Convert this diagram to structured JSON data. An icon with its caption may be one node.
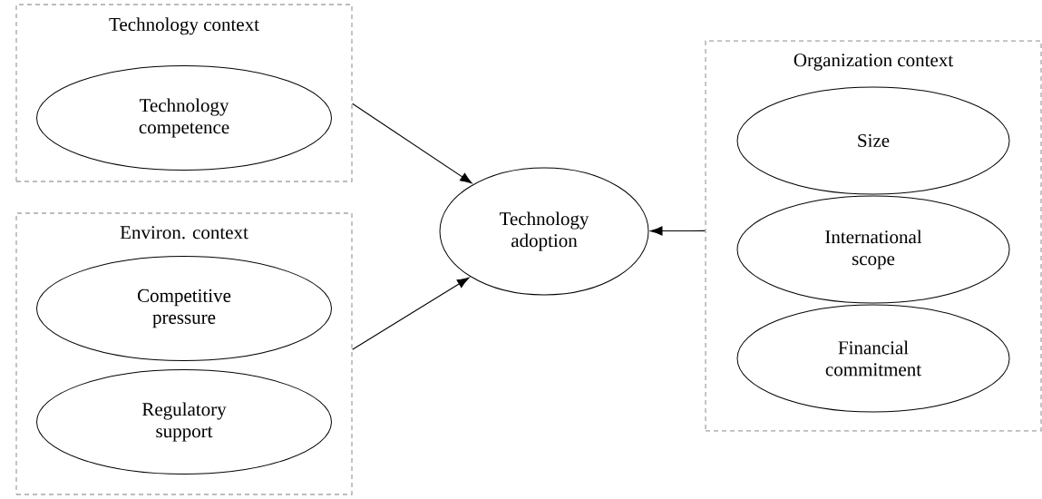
{
  "diagram": {
    "nodes": [
      {
        "text": [
          "Technology context"
        ]
      },
      {
        "text": [
          "Technology competence"
        ],
        "in": 0
      },
      {
        "text": [
          "Environ. context"
        ]
      },
      {
        "text": [
          "Competitive pressure"
        ],
        "in": 2
      },
      {
        "text": [
          "Regulatory support"
        ],
        "in": 2
      },
      {
        "text": [
          "Technology adoption"
        ]
      },
      {
        "text": [
          "Organization context"
        ]
      },
      {
        "text": [
          "Size"
        ],
        "in": 6
      },
      {
        "text": [
          "International scope"
        ],
        "in": 6
      },
      {
        "text": [
          "Financial commitment"
        ],
        "in": 6
      }
    ],
    "edges": [
      {
        "from": 0,
        "to": 5,
        "arrow": "to"
      },
      {
        "from": 2,
        "to": 5,
        "arrow": "to"
      },
      {
        "from": 6,
        "to": 5,
        "arrow": "to"
      }
    ]
  }
}
